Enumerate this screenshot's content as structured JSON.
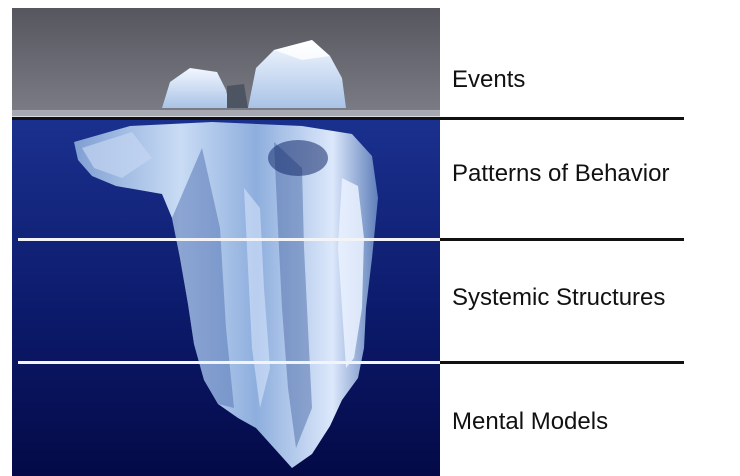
{
  "iceberg": {
    "levels": [
      {
        "label": "Events"
      },
      {
        "label": "Patterns of Behavior"
      },
      {
        "label": "Systemic Structures"
      },
      {
        "label": "Mental Models"
      }
    ]
  },
  "colors": {
    "sky": "#6b6c74",
    "sky_dark": "#3f404a",
    "water_top": "#1a2f8c",
    "water_bottom": "#050a4a",
    "ice_light": "#e6f0ff",
    "ice_mid": "#9fbde3",
    "ice_shadow": "#4a6aa8",
    "divider": "#111111"
  }
}
